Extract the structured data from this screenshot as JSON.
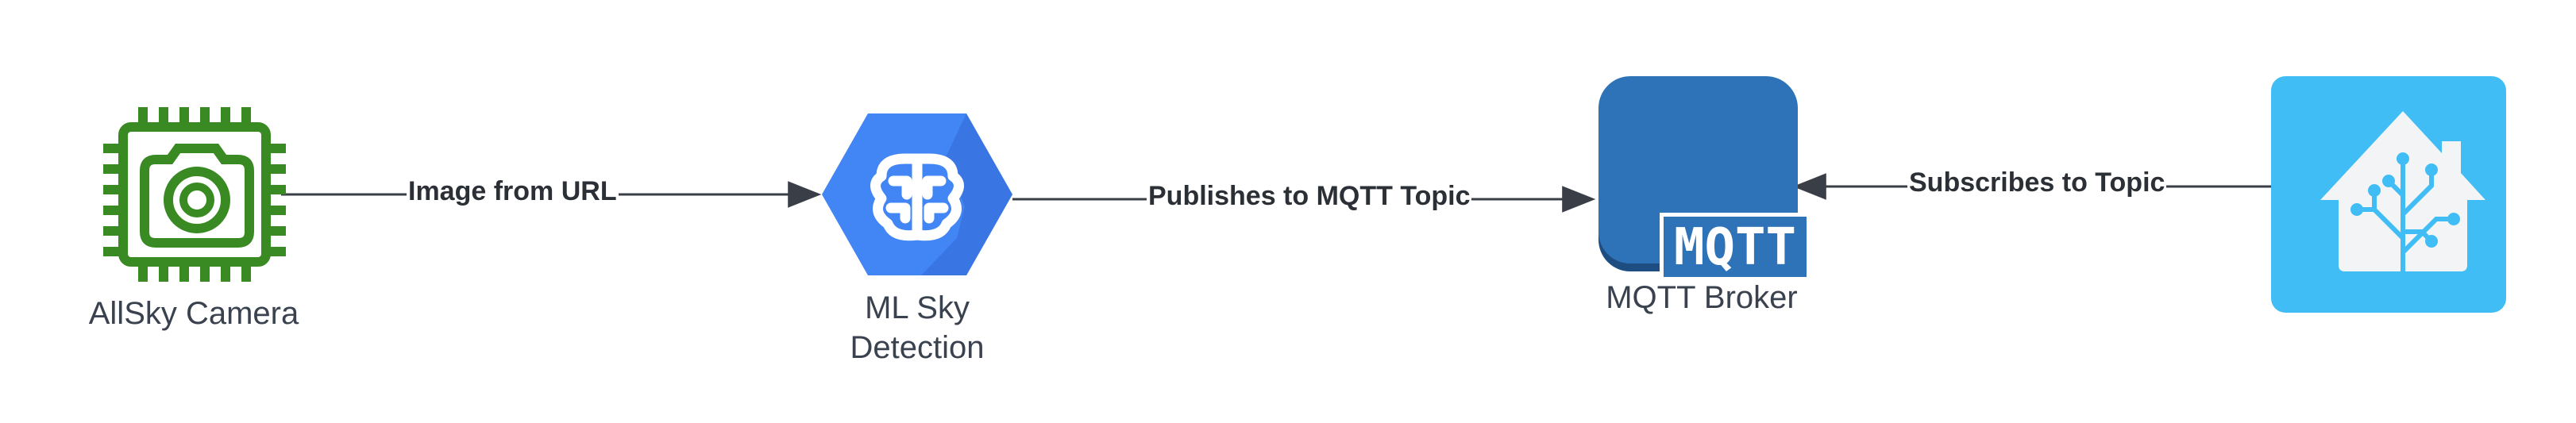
{
  "nodes": {
    "camera": {
      "label": "AllSky Camera",
      "icon": "camera-chip-icon",
      "color": "#3a8a24"
    },
    "ml": {
      "label_line1": "ML Sky",
      "label_line2": "Detection",
      "icon": "brain-hexagon-icon",
      "color": "#4285f4"
    },
    "broker": {
      "label": "MQTT Broker",
      "badge_text": "MQTT",
      "icon": "mqtt-broker-icon",
      "color": "#2e73b8"
    },
    "homeassistant": {
      "icon": "home-assistant-icon",
      "color": "#41bdf5"
    }
  },
  "edges": {
    "camera_to_ml": {
      "label": "Image from URL"
    },
    "ml_to_broker": {
      "label": "Publishes to MQTT Topic"
    },
    "home_to_broker": {
      "label": "Subscribes to Topic"
    }
  },
  "colors": {
    "line": "#3a3f47",
    "text": "#3a4250"
  }
}
